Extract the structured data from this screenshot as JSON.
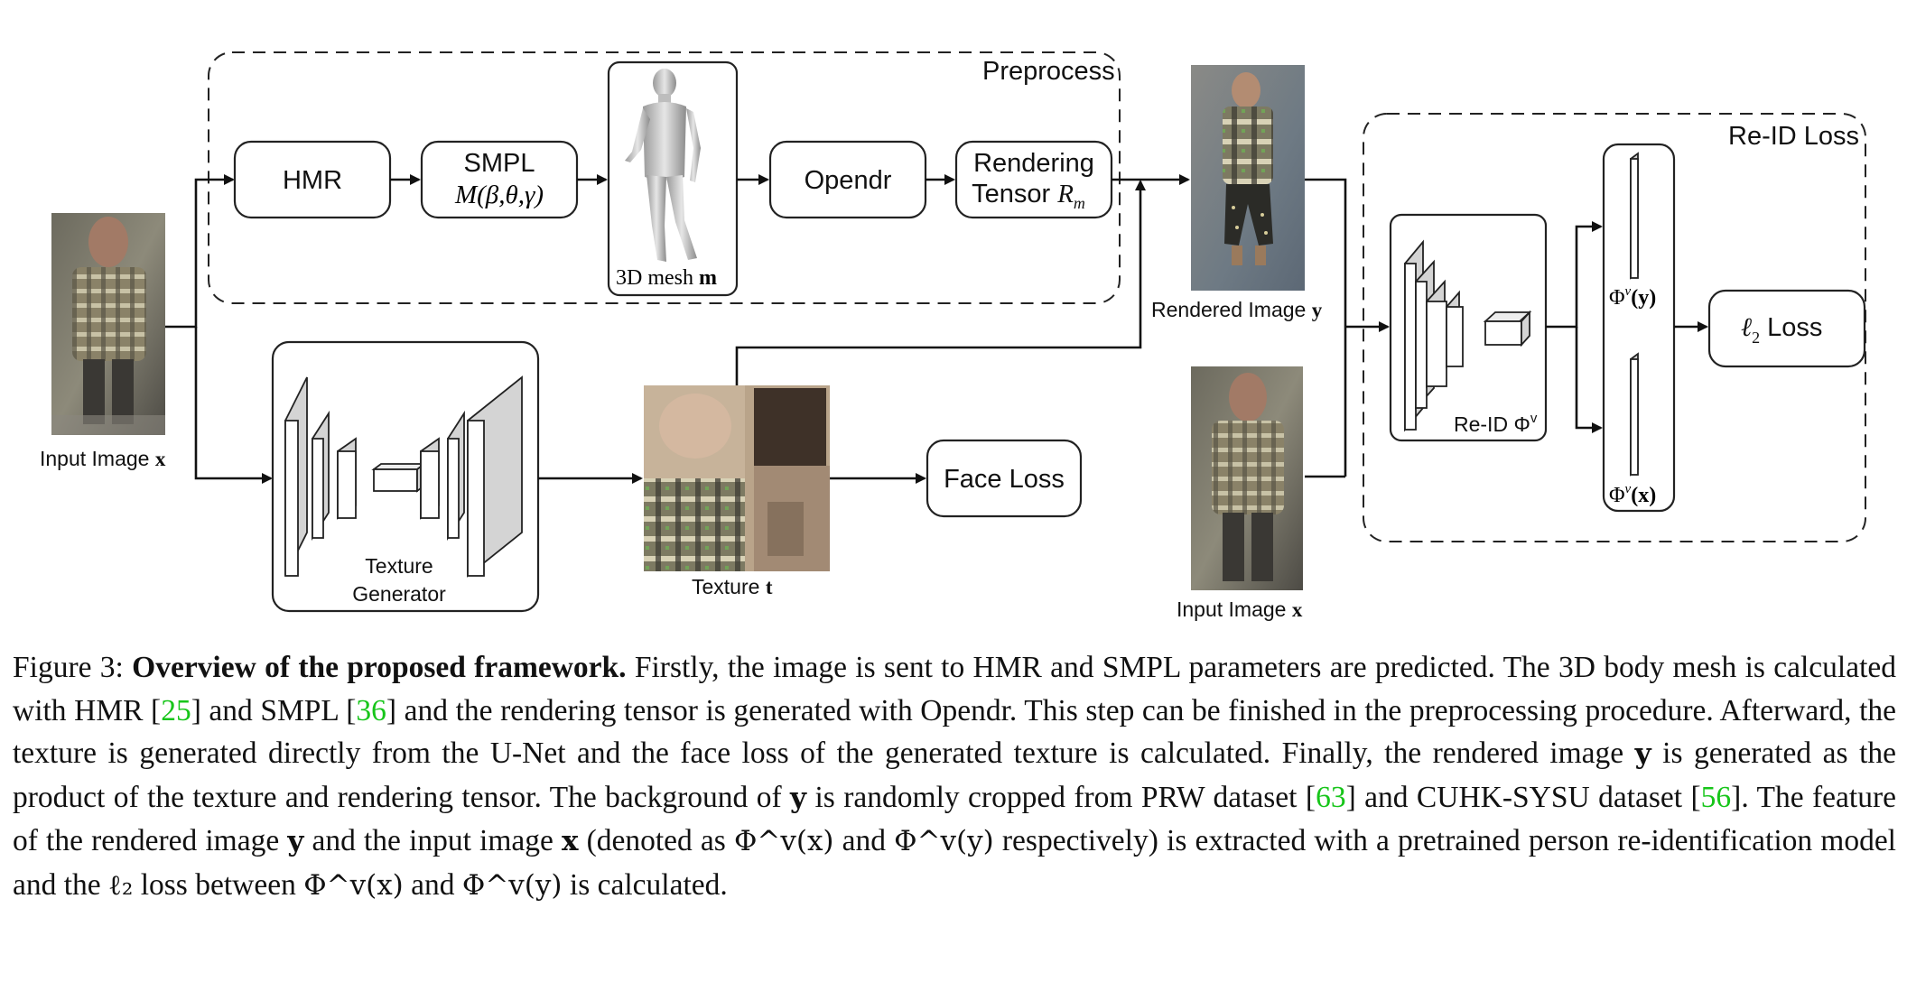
{
  "diagram": {
    "preprocess_label": "Preprocess",
    "reid_loss_group_label": "Re-ID Loss",
    "hmr": "HMR",
    "smpl_title": "SMPL",
    "smpl_formula": "M(β,θ,γ)",
    "mesh_caption_text": "3D mesh ",
    "mesh_caption_var": "m",
    "opendr": "Opendr",
    "rendering_line1": "Rendering",
    "rendering_line2": "Tensor ",
    "rendering_var": "R",
    "rendering_sub": "m",
    "rendered_image_text": "Rendered Image ",
    "rendered_image_var": "y",
    "input_image_text": "Input Image ",
    "input_image_var": "x",
    "texture_gen_line1": "Texture",
    "texture_gen_line2": "Generator",
    "texture_text": "Texture ",
    "texture_var": "t",
    "face_loss": "Face Loss",
    "reid_net_text": "Re-ID Φ",
    "reid_net_sup": "v",
    "phi_y_text": "Φ",
    "phi_y_sup": "v",
    "phi_y_arg": "(y)",
    "phi_x_text": "Φ",
    "phi_x_sup": "v",
    "phi_x_arg": "(x)",
    "l2_var": "ℓ",
    "l2_sub": "2",
    "l2_text": " Loss"
  },
  "caption": {
    "figure_label": "Figure 3: ",
    "title": "Overview of the proposed framework.",
    "seg1": " Firstly, the image is sent to HMR and SMPL parameters are predicted. The 3D body mesh is calculated with HMR [",
    "cite1": "25",
    "seg2": "] and SMPL [",
    "cite2": "36",
    "seg3": "] and the rendering tensor is generated with Opendr. This step can be finished in the preprocessing procedure. Afterward, the texture is generated directly from the U-Net and the face loss of the generated texture is calculated. Finally, the rendered image ",
    "var_y1": "y",
    "seg4": " is generated as the product of the texture and rendering tensor. The background of ",
    "var_y2": "y",
    "seg5": " is randomly cropped from PRW dataset [",
    "cite3": "63",
    "seg6": "] and CUHK-SYSU dataset [",
    "cite4": "56",
    "seg7": "]. The feature of the rendered image ",
    "var_y3": "y",
    "seg8": " and the input image ",
    "var_x1": "x",
    "seg9": " (denoted as ",
    "phi_x": "Φ^v(x)",
    "seg10": " and ",
    "phi_y": "Φ^v(y)",
    "seg11": " respectively) is extracted with a pretrained person re-identification model and the ",
    "l2": "ℓ₂",
    "seg12": " loss between ",
    "phi_x2": "Φ^v(x)",
    "seg13": " and ",
    "phi_y2": "Φ^v(y)",
    "seg14": " is calculated."
  }
}
